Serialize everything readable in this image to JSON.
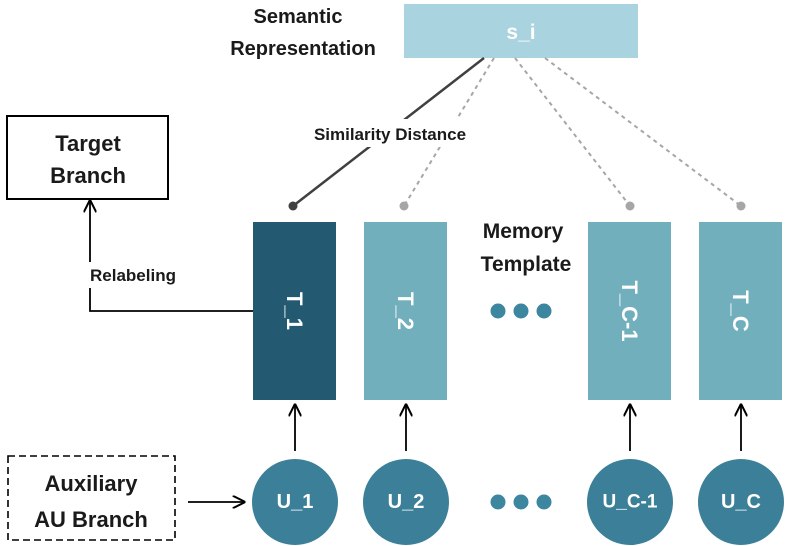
{
  "labels": {
    "semantic_representation_line1": "Semantic",
    "semantic_representation_line2": "Representation",
    "similarity_distance": "Similarity Distance",
    "memory_template_line1": "Memory",
    "memory_template_line2": "Template",
    "relabeling": "Relabeling"
  },
  "semantic_box": {
    "label": "s_i"
  },
  "target_branch": {
    "line1": "Target",
    "line2": "Branch"
  },
  "auxiliary_branch": {
    "line1": "Auxiliary",
    "line2": "AU Branch"
  },
  "templates": [
    {
      "label": "T_1",
      "highlighted": true
    },
    {
      "label": "T_2",
      "highlighted": false
    },
    {
      "label": "T_C-1",
      "highlighted": false
    },
    {
      "label": "T_C",
      "highlighted": false
    }
  ],
  "units": [
    {
      "label": "U_1"
    },
    {
      "label": "U_2"
    },
    {
      "label": "U_C-1"
    },
    {
      "label": "U_C"
    }
  ],
  "colors": {
    "template_dark": "#235a72",
    "template_light": "#72afbd",
    "semantic_box": "#a9d3de",
    "unit_circle": "#3c7f98",
    "ellipsis_dot": "#3d86a0",
    "dashed_link": "#a6a6a6",
    "solid_link": "#404040"
  }
}
